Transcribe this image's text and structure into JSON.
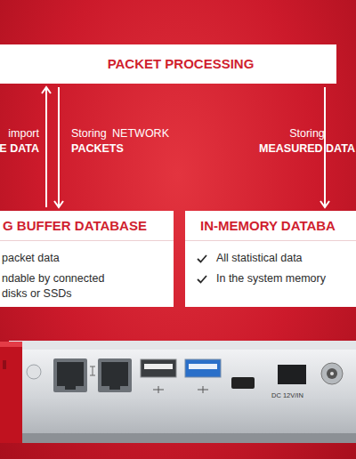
{
  "diagram": {
    "nodes": [
      {
        "text": [
          "PACKET PROCESSING"
        ]
      },
      {
        "text": [
          "G BUFFER DATABASE",
          "packet data",
          "ndable by connected disks or SSDs"
        ]
      },
      {
        "text": [
          "IN-MEMORY DATABA",
          "All statistical data",
          "In the system memory"
        ]
      }
    ],
    "edges": [
      {
        "from": 1,
        "to": 0,
        "arrow": "to",
        "label": "import E DATA"
      },
      {
        "from": 0,
        "to": 1,
        "arrow": "to",
        "label": "Storing NETWORK PACKETS"
      },
      {
        "from": 0,
        "to": 2,
        "arrow": "to",
        "label": "Storing MEASURED DATA"
      }
    ],
    "labels": [
      "DC 12V/IN"
    ]
  }
}
